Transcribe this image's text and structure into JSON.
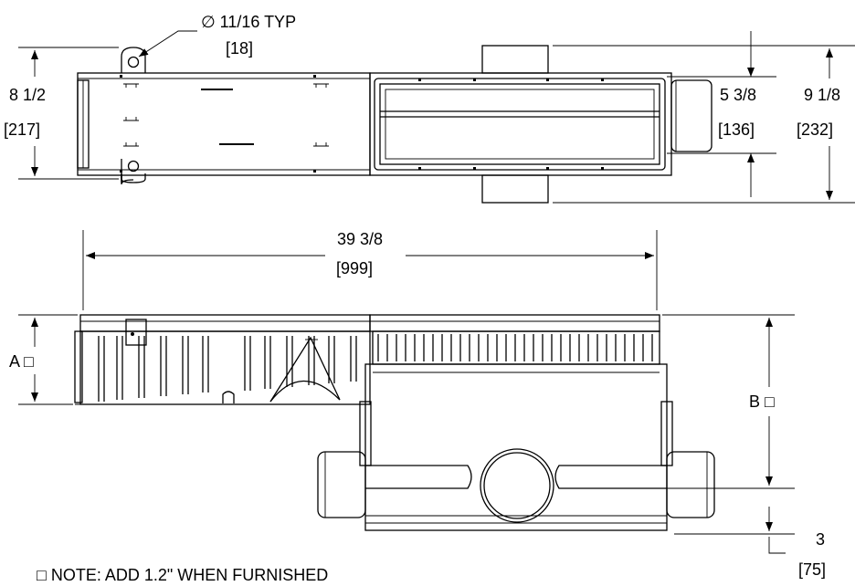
{
  "callouts": {
    "hole_dia": "∅ 11/16 TYP",
    "hole_dia_metric": "[18]"
  },
  "plan_view": {
    "width_in": "8 1/2",
    "width_mm": "[217]",
    "inner_in": "5 3/8",
    "inner_mm": "[136]",
    "outer_in": "9 1/8",
    "outer_mm": "[232]"
  },
  "elevation_view": {
    "length_in": "39 3/8",
    "length_mm": "[999]",
    "dim_a": "A □",
    "dim_b": "B □",
    "outlet_in": "3",
    "outlet_mm": "[75]"
  },
  "note": "□ NOTE: ADD 1.2\" WHEN FURNISHED"
}
